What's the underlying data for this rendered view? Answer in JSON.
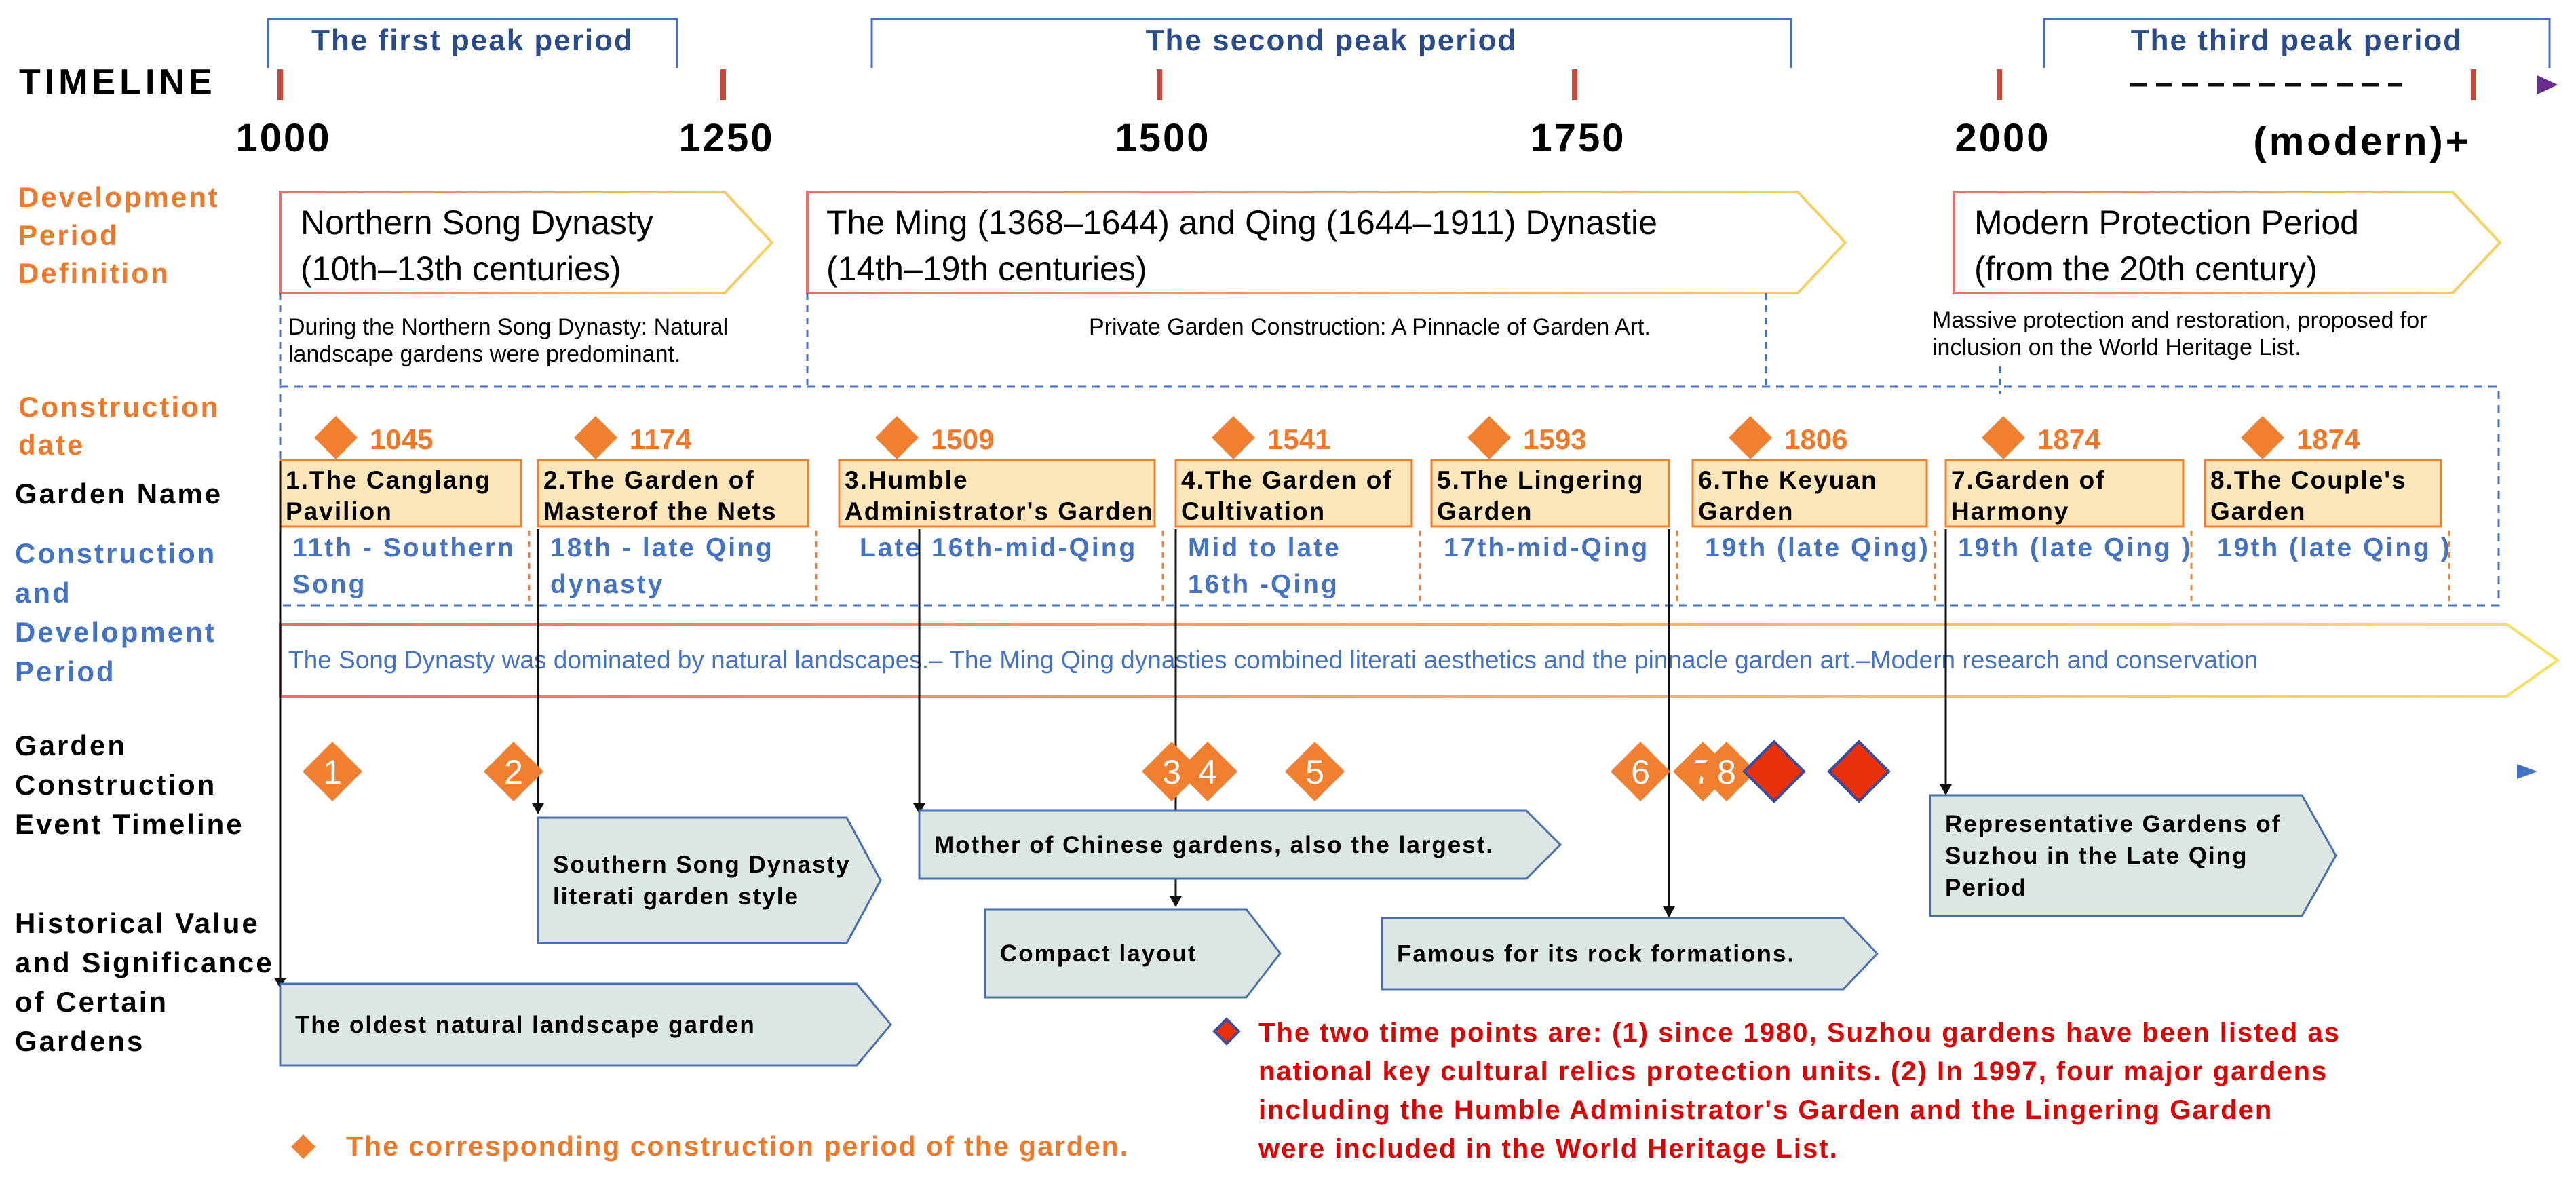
{
  "colors": {
    "orange": "#F08030",
    "orange_text": "#F07828",
    "blue": "#4472C4",
    "dark_blue": "#2B4C8C",
    "red": "#E00000",
    "red_diamond": "#E8300A",
    "teal_box": "#DCE6E2",
    "header_yellow": "#FCE5B8"
  },
  "timeline": {
    "label": "TIMELINE",
    "ticks": [
      "1000",
      "1250",
      "1500",
      "1750",
      "2000"
    ],
    "modern_label": "(modern)+",
    "peaks": [
      {
        "label": "The first peak period"
      },
      {
        "label": "The second peak period"
      },
      {
        "label": "The third peak period"
      }
    ]
  },
  "row_labels": {
    "development_period": [
      "Development",
      "Period",
      "Definition"
    ],
    "construction_date": [
      "Construction",
      "date"
    ],
    "garden_name": "Garden Name",
    "construction_period": [
      "Construction",
      "and",
      "Development",
      "Period"
    ],
    "event_timeline": [
      "Garden",
      "Construction",
      "Event Timeline"
    ],
    "historical_value": [
      "Historical Value",
      "and Significance",
      "of Certain",
      "Gardens"
    ]
  },
  "periods": [
    {
      "title": [
        "Northern Song Dynasty",
        "(10th–13th centuries)"
      ],
      "desc": [
        "During the Northern Song Dynasty: Natural",
        "landscape gardens were predominant."
      ]
    },
    {
      "title": [
        "The Ming (1368–1644) and Qing (1644–1911) Dynastie",
        "(14th–19th centuries)"
      ],
      "desc": [
        "Private Garden Construction: A Pinnacle of Garden Art."
      ]
    },
    {
      "title": [
        "Modern Protection Period",
        "(from the 20th century)"
      ],
      "desc": [
        "Massive protection and restoration, proposed for",
        "inclusion on the World Heritage List."
      ]
    }
  ],
  "gardens": [
    {
      "num": "1",
      "year": "1045",
      "name": [
        "1.The Canglang",
        "Pavilion"
      ],
      "period": [
        "11th - Southern",
        "Song"
      ]
    },
    {
      "num": "2",
      "year": "1174",
      "name": [
        "2.The Garden of",
        "Masterof the Nets"
      ],
      "period": [
        "18th - late Qing",
        "dynasty"
      ]
    },
    {
      "num": "3",
      "year": "1509",
      "name": [
        "3.Humble",
        "Administrator's  Garden"
      ],
      "period": [
        "Late 16th-mid-Qing"
      ]
    },
    {
      "num": "4",
      "year": "1541",
      "name": [
        "4.The Garden of",
        "Cultivation"
      ],
      "period": [
        "Mid to late",
        "16th -Qing"
      ]
    },
    {
      "num": "5",
      "year": "1593",
      "name": [
        "5.The Lingering",
        "Garden"
      ],
      "period": [
        "17th-mid-Qing"
      ]
    },
    {
      "num": "6",
      "year": "1806",
      "name": [
        "6.The Keyuan",
        "Garden"
      ],
      "period": [
        "19th (late Qing)"
      ]
    },
    {
      "num": "7",
      "year": "1874",
      "name": [
        "7.Garden of",
        "Harmony"
      ],
      "period": [
        "19th (late Qing )"
      ]
    },
    {
      "num": "8",
      "year": "1874",
      "name": [
        "8.The Couple's",
        "Garden"
      ],
      "period": [
        "19th (late Qing )"
      ]
    }
  ],
  "summary_arrow": "The Song Dynasty was dominated by natural landscapes.– The Ming Qing dynasties combined literati aesthetics and the pinnacle  garden art.–Modern research and conservation",
  "event_markers": [
    "1",
    "2",
    "3",
    "4",
    "5",
    "6",
    "7",
    "8"
  ],
  "significance": [
    {
      "text": [
        "The oldest natural landscape garden"
      ]
    },
    {
      "text": [
        "Southern Song Dynasty",
        "literati garden style"
      ]
    },
    {
      "text": [
        "Mother of Chinese gardens, also the largest."
      ]
    },
    {
      "text": [
        "Compact layout"
      ]
    },
    {
      "text": [
        "Famous for its rock formations."
      ]
    },
    {
      "text": [
        "Representative Gardens of",
        "Suzhou in the Late Qing",
        "Period"
      ]
    }
  ],
  "legend": {
    "orange": "The corresponding construction period of the garden.",
    "red": [
      "The two time points are: (1) since 1980, Suzhou gardens have been listed as",
      "national key cultural relics protection units. (2) In 1997, four major gardens",
      "including the Humble Administrator's Garden and the Lingering Garden",
      "were included in the World Heritage List."
    ]
  }
}
